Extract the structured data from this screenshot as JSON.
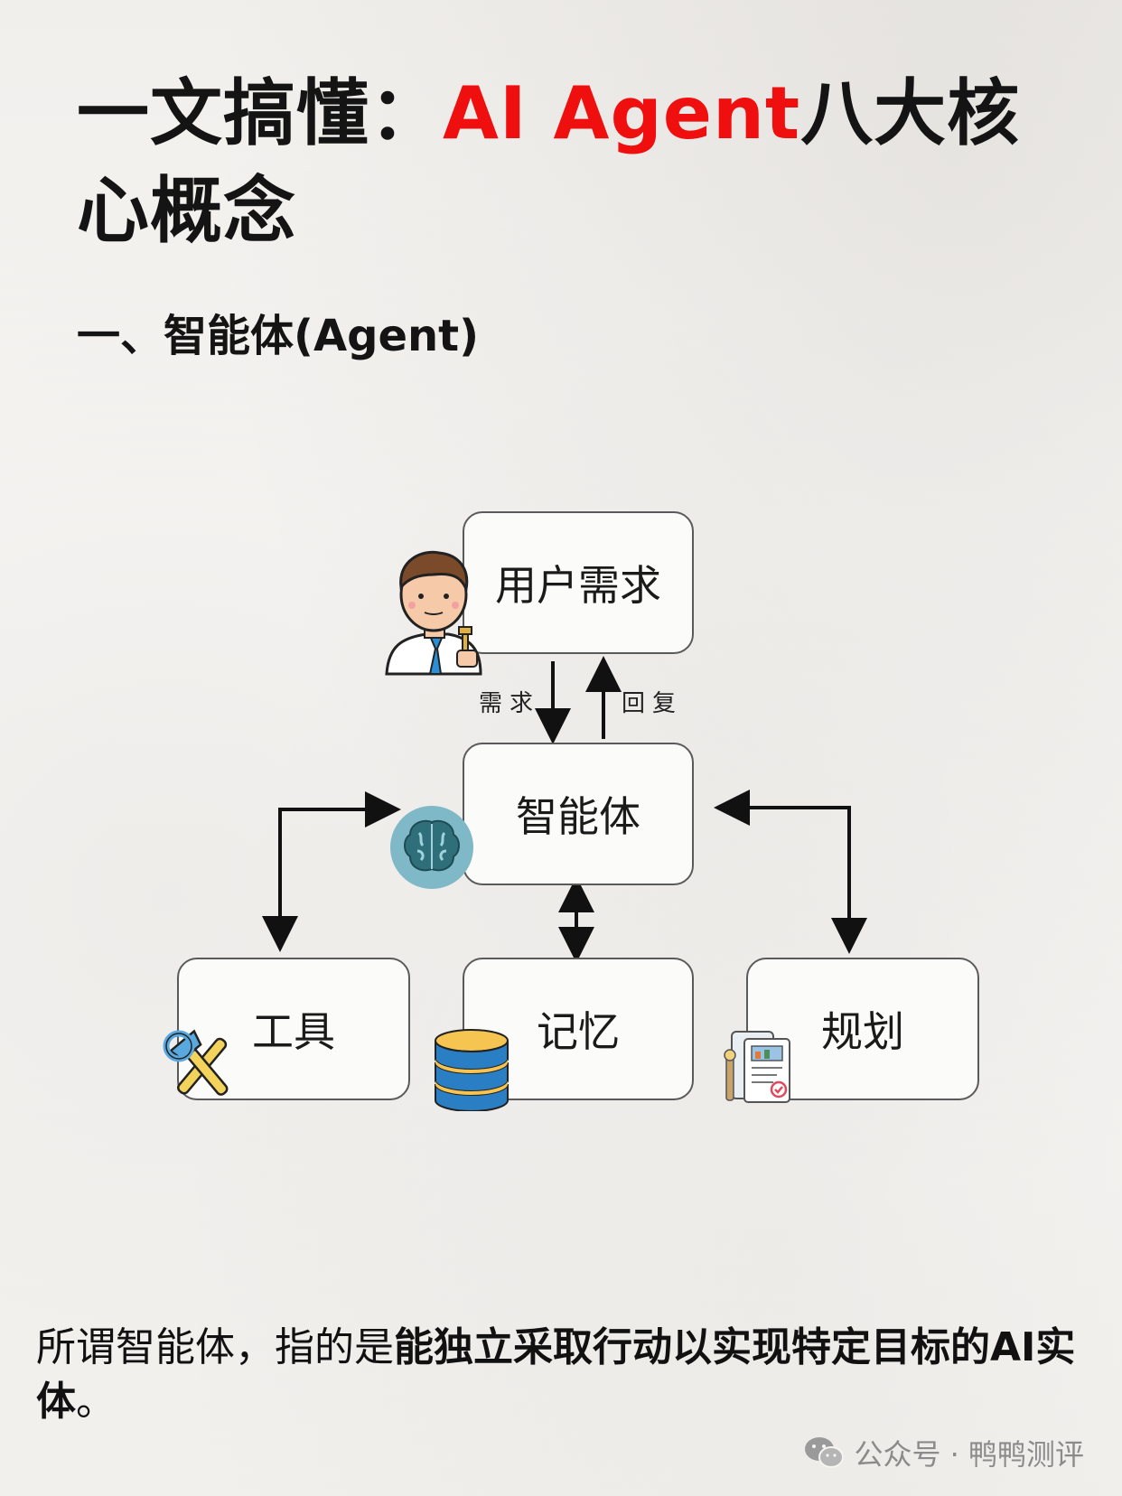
{
  "title": {
    "prefix": "一文搞懂：",
    "highlight": "AI Agent",
    "suffix": "八大核心概念",
    "highlight_color": "#f00f0f"
  },
  "section": {
    "heading": "一、智能体(Agent)"
  },
  "diagram": {
    "nodes": {
      "user": "用户需求",
      "agent": "智能体",
      "tools": "工具",
      "memory": "记忆",
      "planning": "规划"
    },
    "edge_labels": {
      "request": "需求",
      "reply": "回复"
    },
    "icons": {
      "user": "person-icon",
      "agent": "brain-icon",
      "tools": "tools-icon",
      "memory": "database-icon",
      "planning": "plan-document-icon"
    }
  },
  "caption": {
    "normal": "所谓智能体，指的是",
    "bold": "能独立采取行动以实现特定目标的AI实体",
    "end": "。"
  },
  "footer": {
    "text": "公众号 · 鸭鸭测评",
    "icon": "wechat-icon"
  }
}
